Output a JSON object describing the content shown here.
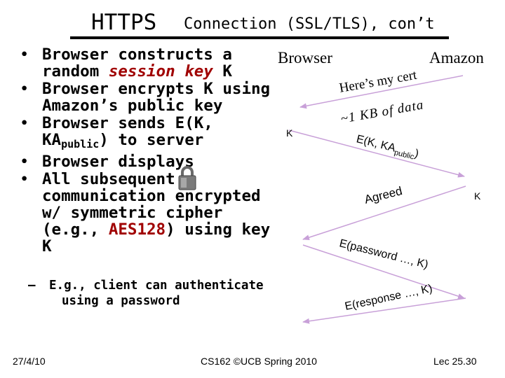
{
  "title": {
    "main": "HTTPS",
    "sub": "Connection (SSL/TLS), con’t"
  },
  "bullets": [
    {
      "pre": "Browser constructs a random ",
      "italic": "session key",
      "post": " K"
    },
    {
      "text": "Browser encrypts K using Amazon’s public key"
    },
    {
      "pre": "Browser sends E(K, KA",
      "sub": "public",
      "post": ") to server"
    },
    {
      "text": "Browser displays"
    },
    {
      "pre": "All subsequent communication encrypted w/ symmetric cipher (e.g., ",
      "red": "AES128",
      "post": ") using key K"
    }
  ],
  "sub_bullet": {
    "dash": "–",
    "line1": "E.g., client can authenticate",
    "line2": "using a password"
  },
  "diagram": {
    "browser_label": "Browser",
    "amazon_label": "Amazon",
    "msg_cert": "Here’s my cert",
    "msg_size": "~1 KB of data",
    "k_left": "K",
    "msg_ek_pre": "E(K, KA",
    "msg_ek_sub": "public",
    "msg_ek_post": ")",
    "msg_agreed": "Agreed",
    "k_right": "K",
    "msg_password": "E(password …, K)",
    "msg_response": "E(response …, K)"
  },
  "footer": {
    "date": "27/4/10",
    "course": "CS162 ©UCB Spring 2010",
    "lecture": "Lec 25.30"
  },
  "colors": {
    "accent_red": "#a00000",
    "arrow": "#c8a0d8"
  },
  "icons": {
    "lock": "padlock-icon"
  }
}
